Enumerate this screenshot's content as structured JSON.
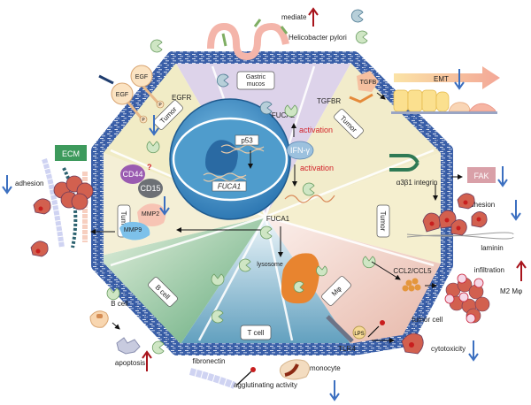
{
  "colors": {
    "membrane": "#3a5fa8",
    "nucleus": "#3f8fc4",
    "up_arrow": "#a8141c",
    "down_arrow": "#3b6fc0",
    "activation_text": "#d2232a",
    "ecm_badge": "#3d9a5c",
    "fak_badge": "#d9a0a8",
    "tumor_cell": "#d2604f",
    "sector_gastric": "#d9cfe6",
    "sector_tumor": "#efe9c8",
    "sector_bcell": "#9fcca8",
    "sector_tcell": "#a9cfe0",
    "sector_mphi": "#f0d3cb"
  },
  "center": {
    "nucleus_labels": {
      "p53": "p53",
      "gene": "FUCA1"
    },
    "ifn": "IFN-γ",
    "activation_up": "activation",
    "activation_down": "activation",
    "fuca2": "FUCA2",
    "fuca1": "FUCA1",
    "lysosome": "lysosome"
  },
  "sectors": {
    "gastric": "Gastric mucos",
    "tumor_egfr": "Tumor",
    "tumor_tgfb": "Tumor",
    "tumor_integrin": "Tumor",
    "tumor_cd44": "Tumor",
    "bcell": "B cell",
    "tcell": "T cell",
    "mphi": "Mφ"
  },
  "top": {
    "mediate": "mediate",
    "helicobacter": "Helicobacter pylori"
  },
  "egf": {
    "ligand1": "EGF",
    "ligand2": "EGF",
    "receptor": "EGFR",
    "phospho": "P"
  },
  "tgfb": {
    "ligand": "TGFB",
    "receptor": "TGFBR",
    "emt": "EMT"
  },
  "integrin": {
    "label": "α3β1 integrin",
    "fak": "FAK",
    "adhesion": "adhesion",
    "laminin": "laminin"
  },
  "cd44": {
    "cd44": "CD44",
    "question": "?",
    "cd15": "CD15",
    "mmp2": "MMP2",
    "mmp9": "MMP9",
    "ecm": "ECM",
    "adhesion": "adhesion"
  },
  "mphi": {
    "ccl": "CCL2/CCL5",
    "infiltration": "infiltration",
    "m2": "M2 Mφ",
    "tumor_cell": "tumor cell",
    "lps": "LPS",
    "tlr4": "TLR4",
    "cytotoxicity": "cytotoxicity"
  },
  "bottom": {
    "bcell": "B cell",
    "apoptosis": "apoptosis",
    "fibronectin": "fibronectin",
    "monocyte": "monocyte",
    "agglutinating": "agglutinating activity"
  }
}
